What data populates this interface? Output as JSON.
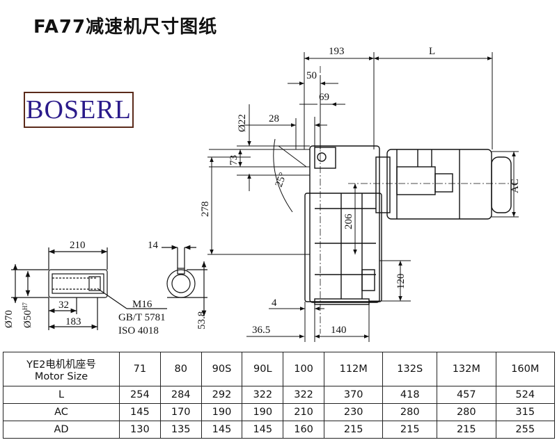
{
  "title": "FA77减速机尺寸图纸",
  "logo_text": "BOSERL",
  "colors": {
    "logo_border": "#5a2a1a",
    "logo_text": "#2a1a8a",
    "line": "#111111"
  },
  "dimensions": {
    "d193": "193",
    "dL": "L",
    "d50": "50",
    "d69": "69",
    "d22": "Ø22",
    "d28": "28",
    "d73": "73",
    "d25": "25°",
    "d278": "278",
    "d206": "206",
    "dAC": "AC",
    "d120": "120",
    "d4": "4",
    "d36_5": "36.5",
    "d140": "140",
    "d210": "210",
    "d14": "14",
    "d32": "32",
    "d183": "183",
    "d70": "Ø70",
    "d50h": "Ø50",
    "h7": "H7",
    "d53_8": "53.8",
    "thread1": "M16",
    "thread2": "GB/T 5781",
    "thread3": "ISO 4018"
  },
  "table": {
    "header_label_line1": "YE2电机机座号",
    "header_label_line2": "Motor Size",
    "sizes": [
      "71",
      "80",
      "90S",
      "90L",
      "100",
      "112M",
      "132S",
      "132M",
      "160M"
    ],
    "rows": [
      {
        "label": "L",
        "values": [
          "254",
          "284",
          "292",
          "322",
          "322",
          "370",
          "418",
          "457",
          "524"
        ]
      },
      {
        "label": "AC",
        "values": [
          "145",
          "170",
          "190",
          "190",
          "210",
          "230",
          "280",
          "280",
          "315"
        ]
      },
      {
        "label": "AD",
        "values": [
          "130",
          "135",
          "145",
          "145",
          "160",
          "215",
          "215",
          "215",
          "255"
        ]
      }
    ]
  }
}
